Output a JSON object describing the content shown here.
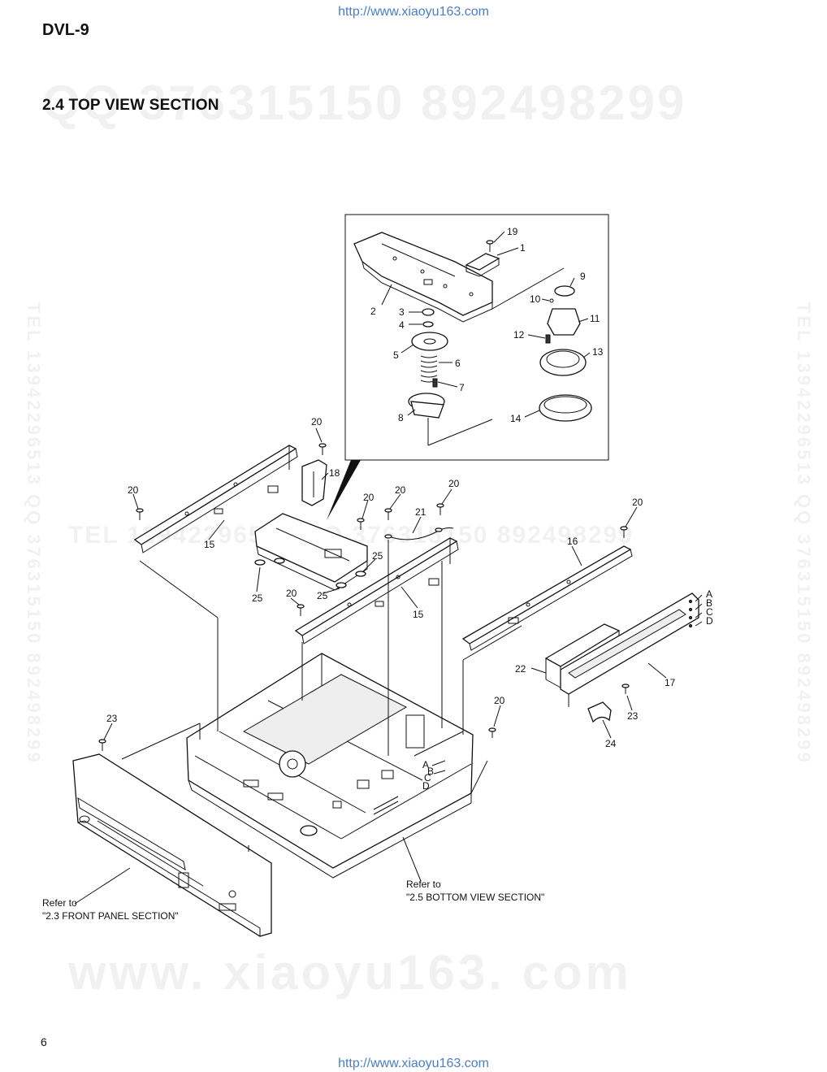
{
  "header": {
    "url_top": "http://www.xiaoyu163.com",
    "model": "DVL-9",
    "section_title": "2.4 TOP VIEW SECTION"
  },
  "watermarks": {
    "top": "QQ 376315150   892498299",
    "middle": "TEL 13942296513   QQ 376315150   892498299",
    "bottom": "www. xiaoyu163. com",
    "vertical_left": "TEL 13942296513  QQ 376315150  892498299",
    "vertical_right": "TEL 13942296513  QQ 376315150  892498299"
  },
  "callouts": {
    "c1": "1",
    "c2": "2",
    "c3": "3",
    "c4": "4",
    "c5": "5",
    "c6": "6",
    "c7": "7",
    "c8": "8",
    "c9": "9",
    "c10": "10",
    "c11": "11",
    "c12": "12",
    "c13": "13",
    "c14": "14",
    "c15": "15",
    "c16": "16",
    "c17": "17",
    "c18": "18",
    "c19": "19",
    "c20": "20",
    "c21": "21",
    "c22": "22",
    "c23": "23",
    "c24": "24",
    "c25": "25"
  },
  "connectors": {
    "a": "A",
    "b": "B",
    "c": "C",
    "d": "D"
  },
  "references": {
    "front_line1": "Refer to",
    "front_line2": "\"2.3 FRONT PANEL SECTION\"",
    "bottom_line1": "Refer to",
    "bottom_line2": "\"2.5 BOTTOM VIEW SECTION\""
  },
  "footer": {
    "page_number": "6",
    "url_bottom": "http://www.xiaoyu163.com"
  }
}
